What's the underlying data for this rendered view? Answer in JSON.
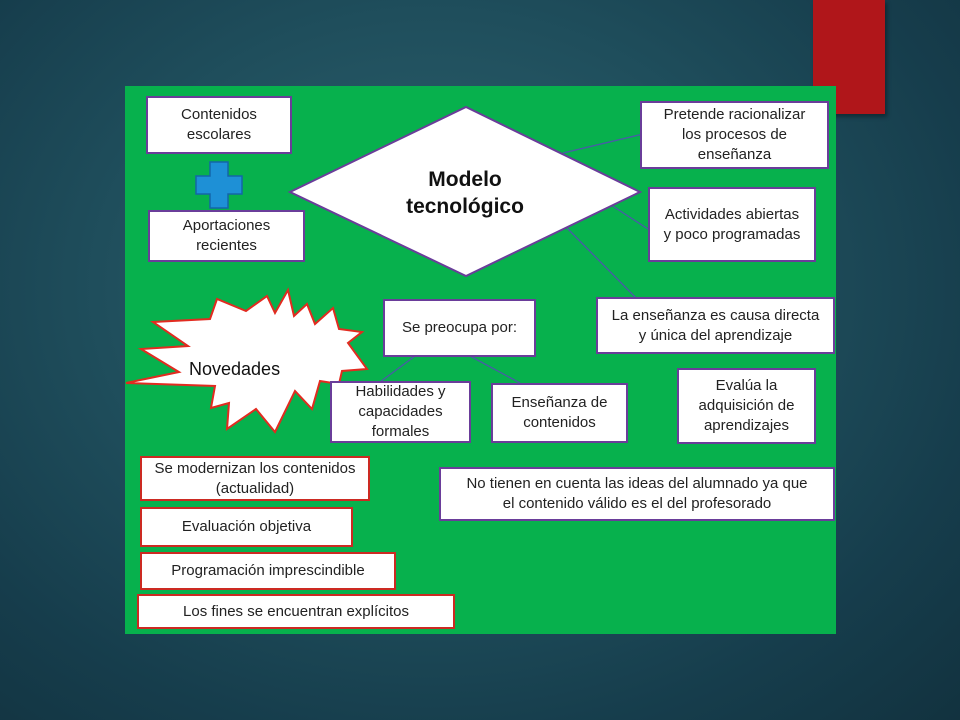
{
  "diagram": {
    "center": {
      "line1": "Modelo",
      "line2": "tecnológico"
    },
    "left_top": {
      "line1": "Contenidos",
      "line2": "escolares"
    },
    "left_bottom": {
      "line1": "Aportaciones",
      "line2": "recientes"
    },
    "plus_icon": "plus-icon",
    "right_nodes": [
      {
        "line1": "Pretende racionalizar",
        "line2": "los procesos de",
        "line3": "enseñanza"
      },
      {
        "line1": "Actividades abiertas",
        "line2": "y poco programadas"
      },
      {
        "line1": "La enseñanza es causa directa",
        "line2": "y única del aprendizaje"
      },
      {
        "line1": "Evalúa la",
        "line2": "adquisición de",
        "line3": "aprendizajes"
      }
    ],
    "concern": {
      "label": "Se preocupa por:"
    },
    "concern_children": [
      {
        "line1": "Habilidades y",
        "line2": "capacidades",
        "line3": "formales"
      },
      {
        "line1": "Enseñanza de",
        "line2": "contenidos"
      }
    ],
    "novedades": {
      "label": "Novedades"
    },
    "novedades_items": [
      {
        "line1": "Se modernizan los contenidos",
        "line2": "(actualidad)"
      },
      {
        "line1": "Evaluación objetiva"
      },
      {
        "line1": "Programación imprescindible"
      },
      {
        "line1": "Los fines se encuentran explícitos"
      }
    ],
    "bottom_note": {
      "line1": "No tienen en cuenta las ideas del alumnado ya que",
      "line2": "el contenido válido es el del profesorado"
    }
  },
  "colors": {
    "background": "#1f4e5c",
    "slide": "#07b14d",
    "accent_red": "#b0161a",
    "purple_border": "#6a3d9a",
    "red_border": "#cc2a22",
    "plus": "#1e90d6",
    "connector": "#4a5aa8"
  }
}
